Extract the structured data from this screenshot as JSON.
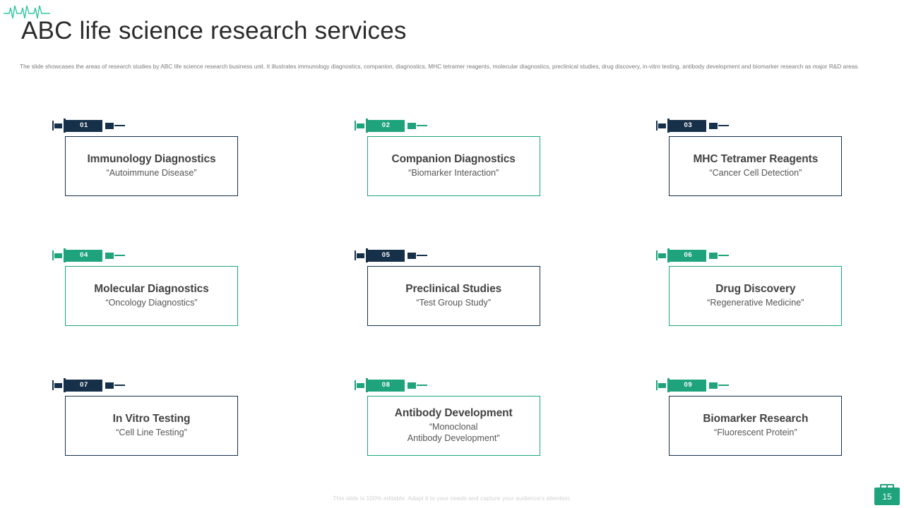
{
  "header": {
    "logo_icon": "heartbeat-ecg-icon",
    "title": "ABC life science research services",
    "subtitle": "The slide showcases the areas of research studies by ABC life science research business unit. It illustrates immunology diagnostics, companion, diagnostics, MHC tetramer reagents, molecular diagnostics, preclinical studies, drug discovery, in-vitro testing, antibody development and biomarker research as major R&D areas."
  },
  "colors": {
    "navy": "#17304a",
    "teal": "#1fa37d",
    "title_text": "#2b2b2b",
    "body_text": "#555555",
    "subtitle_text": "#7a7a7a",
    "footer_text": "#d2d2d2"
  },
  "cards": [
    {
      "number": "01",
      "title": "Immunology Diagnostics",
      "subtitle": "“Autoimmune Disease”",
      "accent": "navy",
      "border": "navy"
    },
    {
      "number": "02",
      "title": "Companion Diagnostics",
      "subtitle": "“Biomarker Interaction”",
      "accent": "teal",
      "border": "teal"
    },
    {
      "number": "03",
      "title": "MHC Tetramer Reagents",
      "subtitle": "“Cancer Cell Detection”",
      "accent": "navy",
      "border": "navy"
    },
    {
      "number": "04",
      "title": "Molecular Diagnostics",
      "subtitle": "“Oncology Diagnostics”",
      "accent": "teal",
      "border": "teal"
    },
    {
      "number": "05",
      "title": "Preclinical Studies",
      "subtitle": "“Test Group Study”",
      "accent": "navy",
      "border": "navy"
    },
    {
      "number": "06",
      "title": "Drug Discovery",
      "subtitle": "“Regenerative Medicine”",
      "accent": "teal",
      "border": "teal"
    },
    {
      "number": "07",
      "title": "In Vitro Testing",
      "subtitle": "“Cell Line Testing”",
      "accent": "navy",
      "border": "navy"
    },
    {
      "number": "08",
      "title": "Antibody Development",
      "subtitle": "“Monoclonal\nAntibody Development”",
      "accent": "teal",
      "border": "teal"
    },
    {
      "number": "09",
      "title": "Biomarker Research",
      "subtitle": "“Fluorescent Protein”",
      "accent": "teal",
      "border": "navy"
    }
  ],
  "footer": {
    "note": "This slide is 100% editable. Adapt it to your needs and capture your audience's attention.",
    "page_number": "15"
  }
}
